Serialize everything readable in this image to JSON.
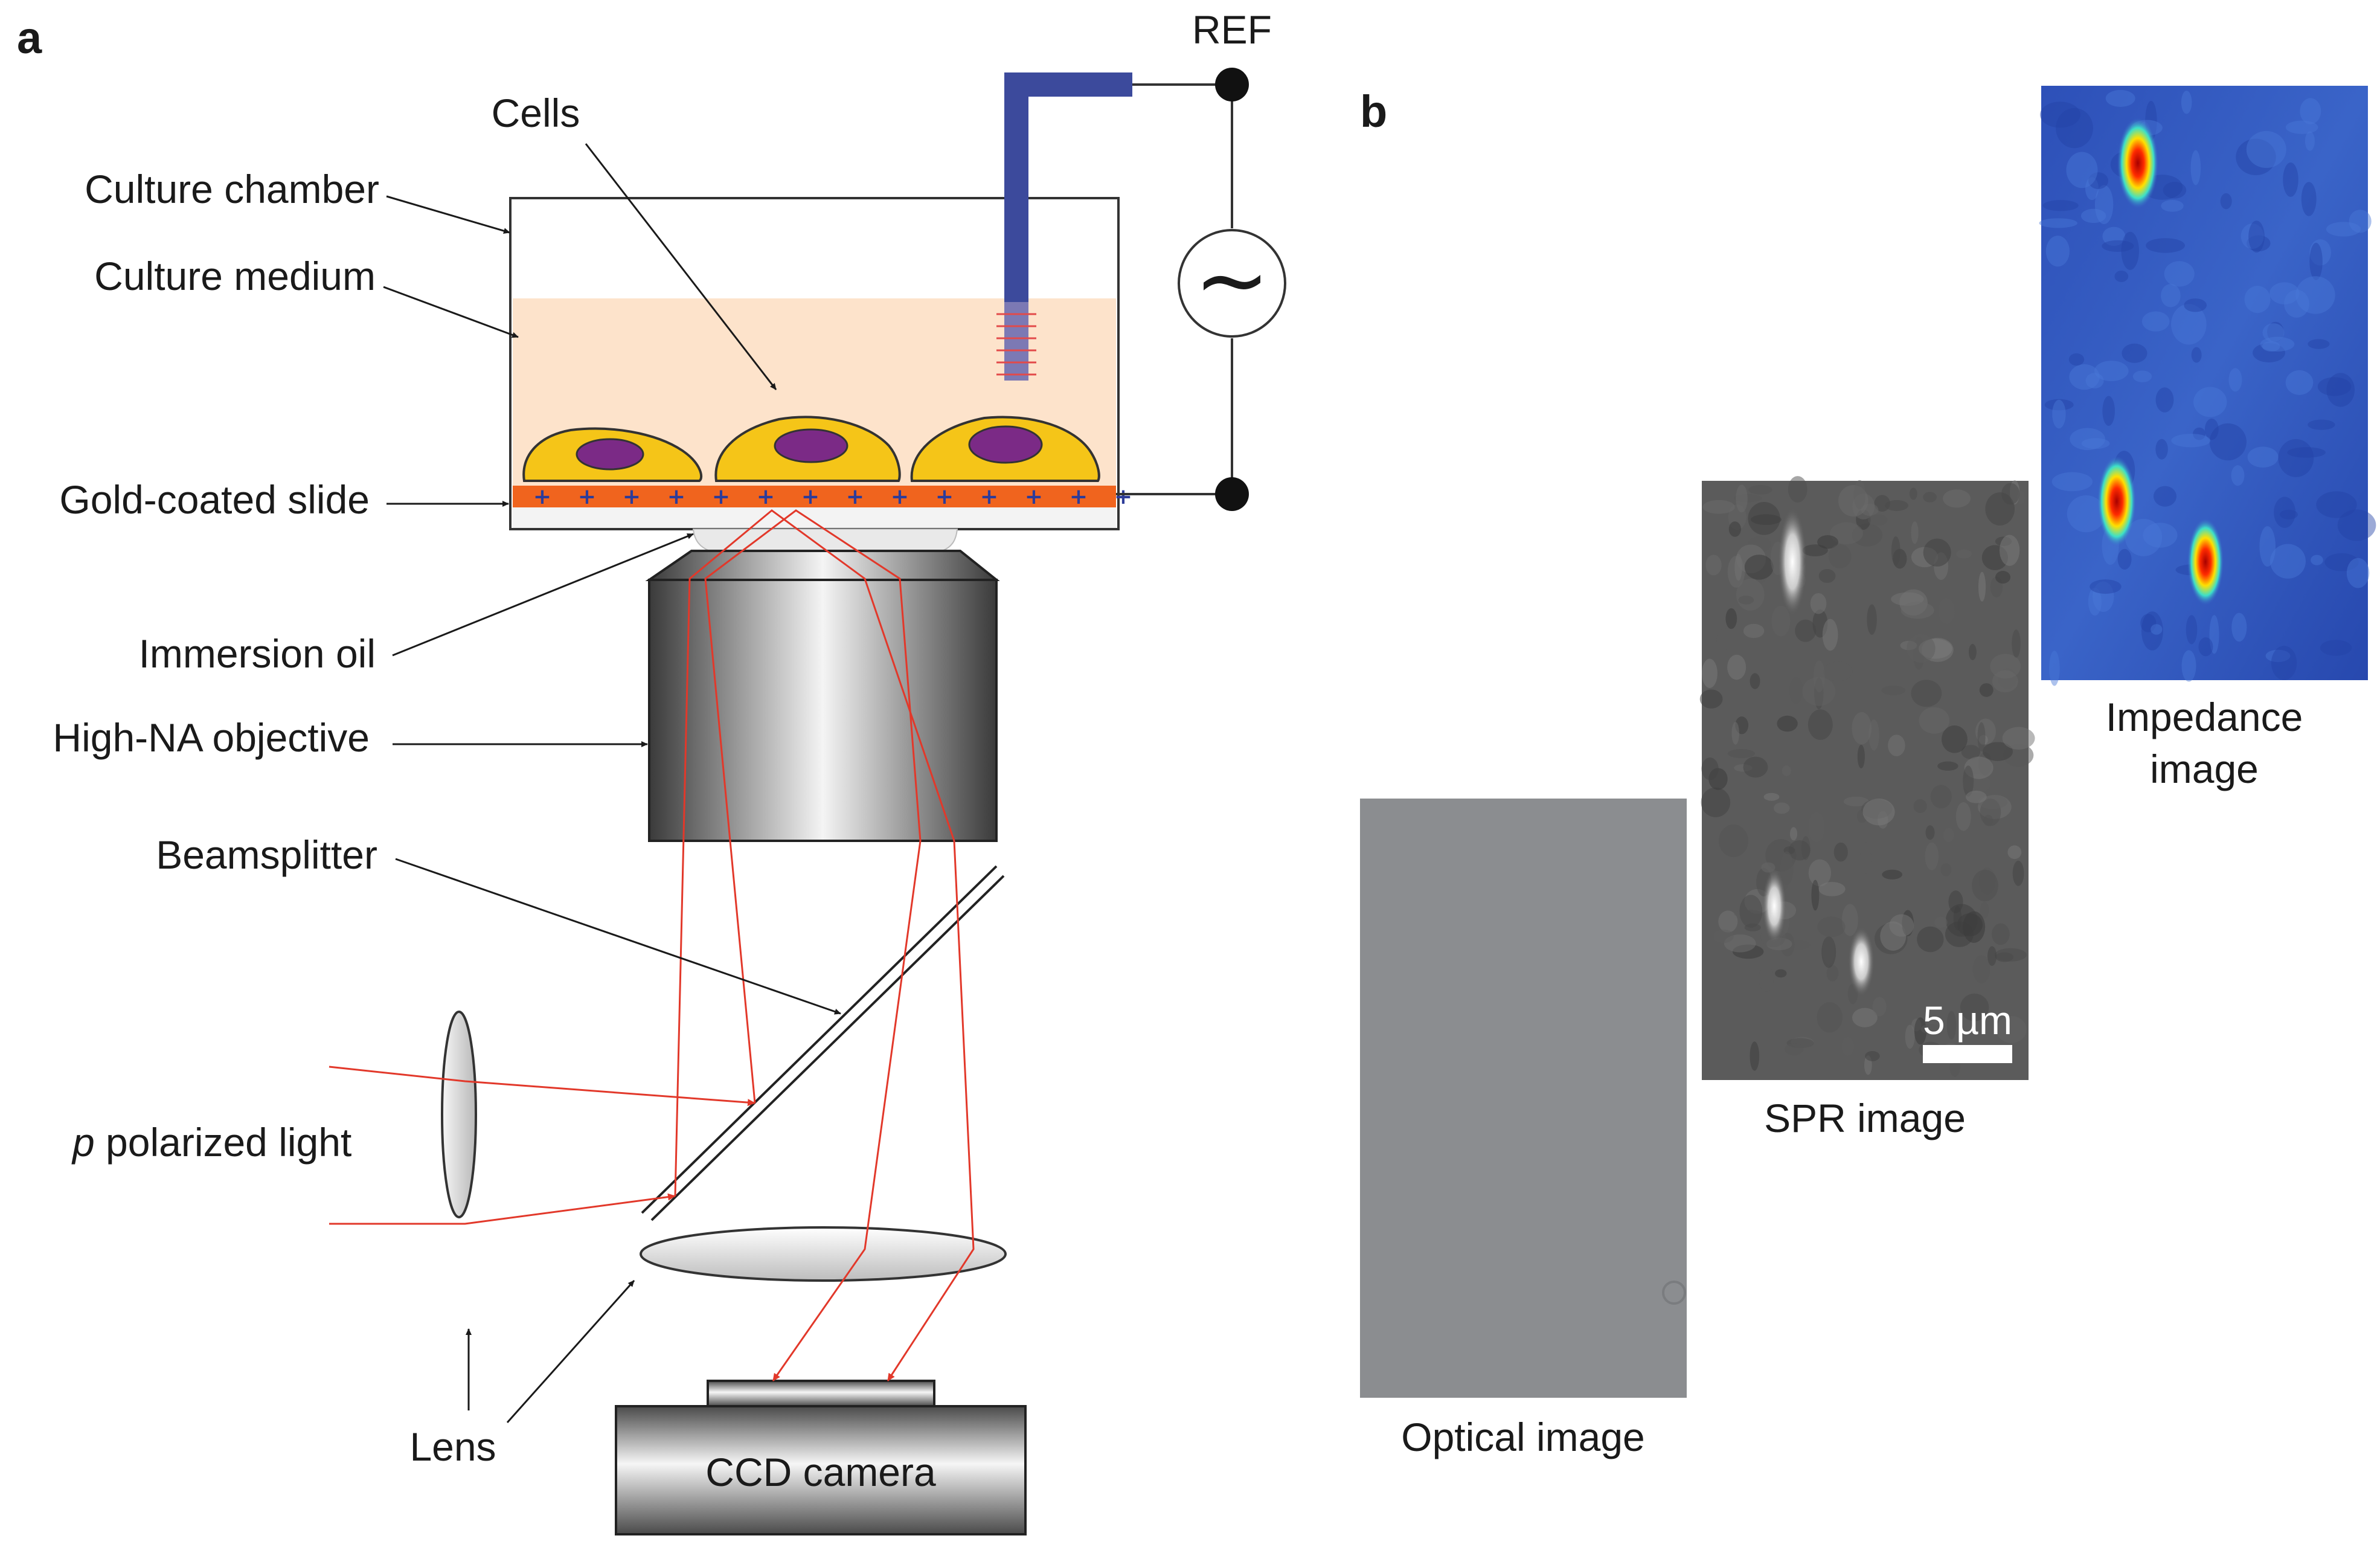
{
  "panels": {
    "a": "a",
    "b": "b"
  },
  "labels": {
    "ref": "REF",
    "cells": "Cells",
    "culture_chamber": "Culture chamber",
    "culture_medium": "Culture medium",
    "gold_slide": "Gold-coated slide",
    "immersion_oil": "Immersion oil",
    "objective": "High-NA objective",
    "beamsplitter": "Beamsplitter",
    "polarized_italic": "p",
    "polarized_rest": " polarized light",
    "lens": "Lens",
    "ccd": "CCD camera",
    "ac_source": "~"
  },
  "images": {
    "optical": "Optical image",
    "spr": "SPR image",
    "impedance_line1": "Impedance",
    "impedance_line2": "image",
    "scale": "5 µm"
  },
  "colors": {
    "medium": "#fde3cb",
    "cell": "#f5c518",
    "nucleus": "#7b2a86",
    "gold": "#f0641e",
    "electrode": "#3c4a9c",
    "beam": "#e2382a"
  }
}
